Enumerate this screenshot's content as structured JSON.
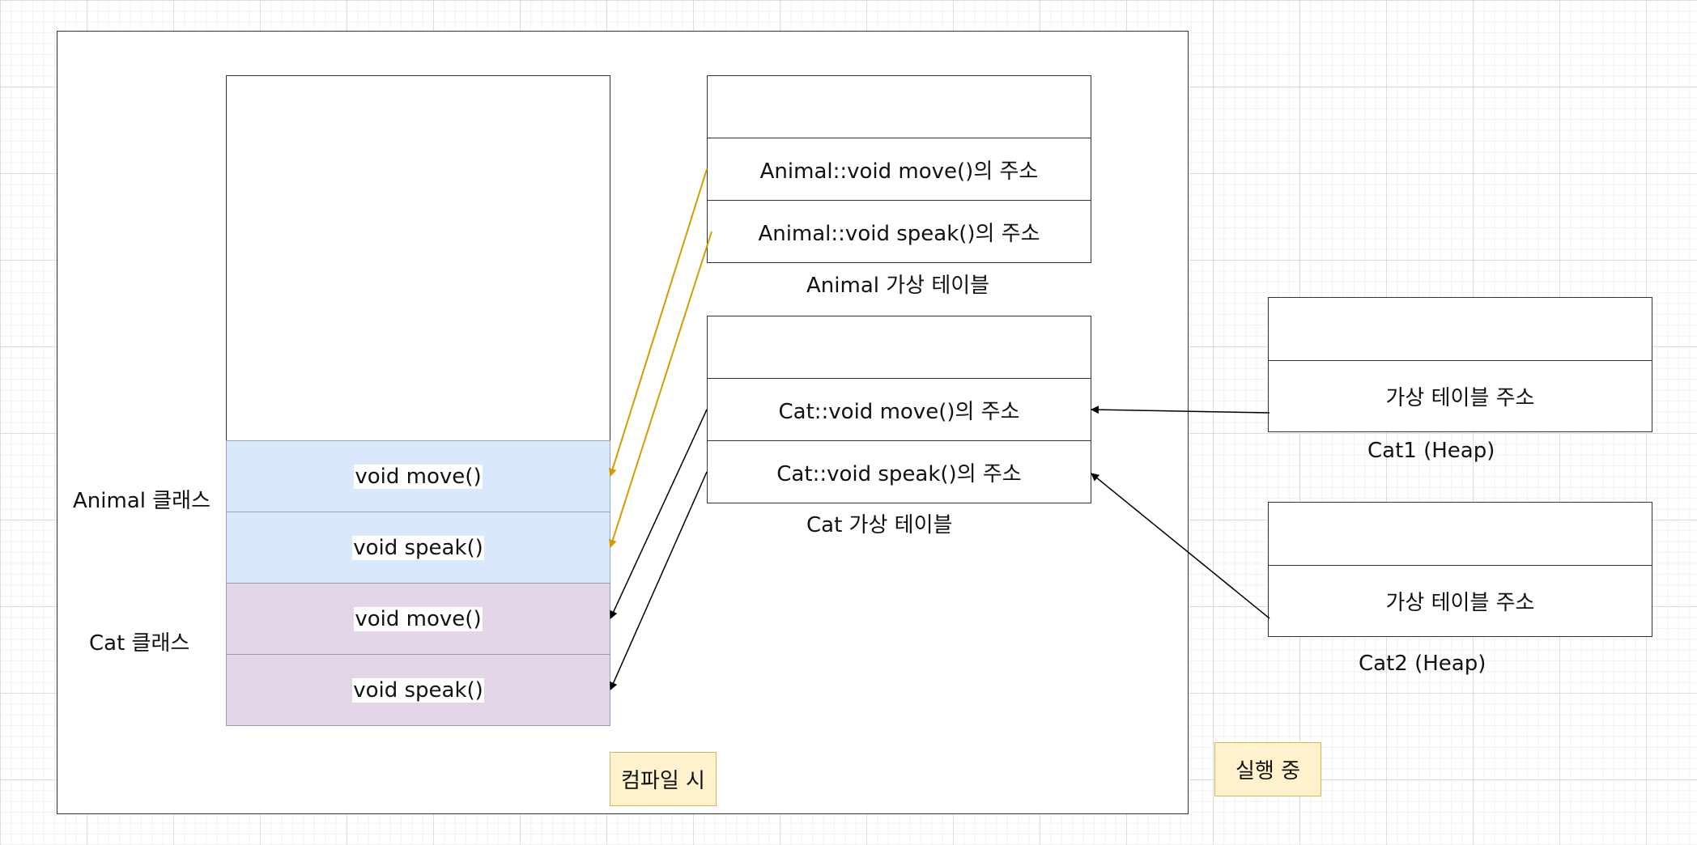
{
  "compile_time": {
    "class_block": {
      "rows": [
        {
          "label": "void move()",
          "owner": "Animal"
        },
        {
          "label": "void speak()",
          "owner": "Animal"
        },
        {
          "label": "void move()",
          "owner": "Cat"
        },
        {
          "label": "void speak()",
          "owner": "Cat"
        }
      ],
      "animal_class_label": "Animal 클래스",
      "cat_class_label": "Cat 클래스",
      "animal_color": "#dae8fc",
      "cat_color": "#e1d5e7"
    },
    "animal_vtable": {
      "entries": [
        "Animal::void move()의 주소",
        "Animal::void speak()의 주소"
      ],
      "caption": "Animal 가상 테이블"
    },
    "cat_vtable": {
      "entries": [
        "Cat::void move()의 주소",
        "Cat::void speak()의 주소"
      ],
      "caption": "Cat 가상 테이블"
    },
    "note": "컴파일 시",
    "note_color": "#fff2cc"
  },
  "runtime": {
    "objects": [
      {
        "field": "가상 테이블 주소",
        "caption": "Cat1 (Heap)"
      },
      {
        "field": "가상 테이블 주소",
        "caption": "Cat2 (Heap)"
      }
    ],
    "note": "실행 중"
  },
  "arrow_colors": {
    "animal_links": "#d79b00",
    "other_links": "#000000"
  }
}
